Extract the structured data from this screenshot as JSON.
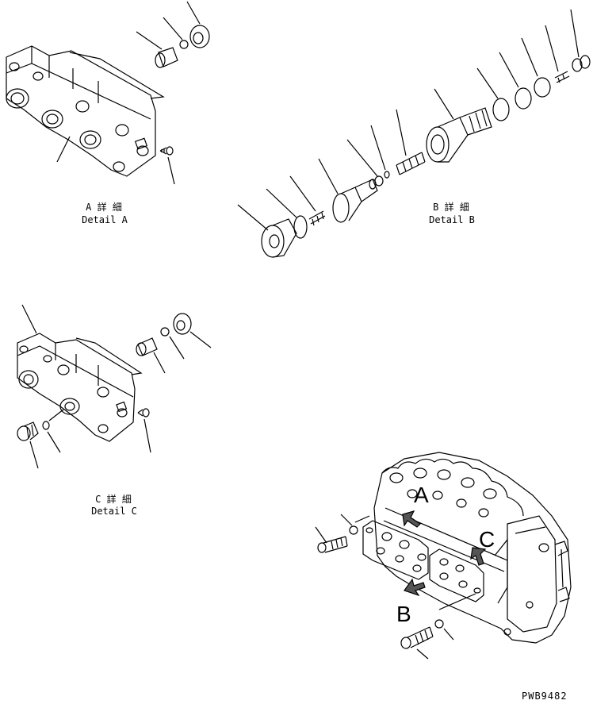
{
  "detail_a": {
    "title_jp": "A 詳 細",
    "title_en": "Detail A"
  },
  "detail_b": {
    "title_jp": "B 詳 細",
    "title_en": "Detail B"
  },
  "detail_c": {
    "title_jp": "C 詳 細",
    "title_en": "Detail C"
  },
  "callouts": {
    "a": "A",
    "b": "B",
    "c": "C"
  },
  "drawing_code": "PWB9482"
}
